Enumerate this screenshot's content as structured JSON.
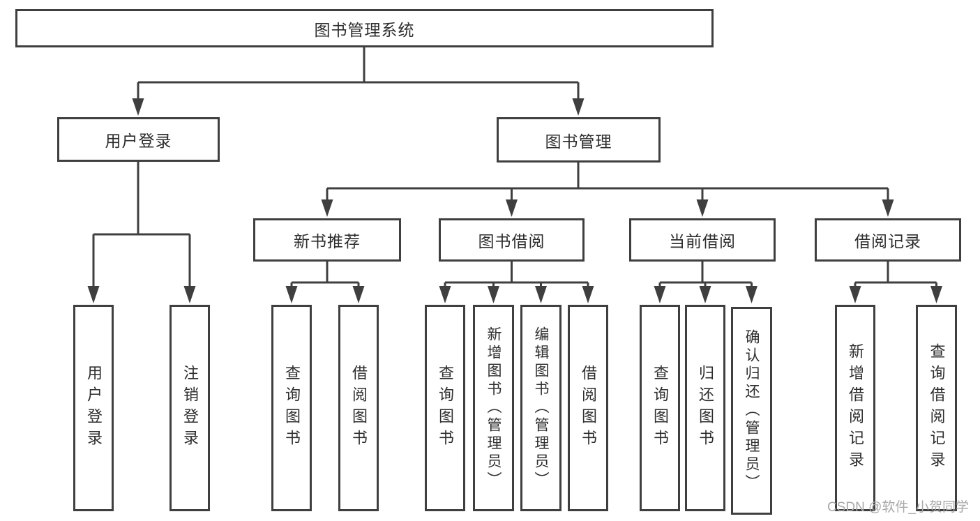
{
  "diagram": {
    "watermark": "CSDN @软件_小贺同学",
    "colors": {
      "line": "#3f3f3f",
      "text": "#2d2d2d",
      "watermark_text": "#a8a8a8",
      "background": "#ffffff"
    },
    "tree": {
      "label": "图书管理系统",
      "children": [
        {
          "label": "用户登录",
          "children": [
            {
              "label": "用户登录"
            },
            {
              "label": "注销登录"
            }
          ]
        },
        {
          "label": "图书管理",
          "children": [
            {
              "label": "新书推荐",
              "children": [
                {
                  "label": "查询图书"
                },
                {
                  "label": "借阅图书"
                }
              ]
            },
            {
              "label": "图书借阅",
              "children": [
                {
                  "label": "查询图书"
                },
                {
                  "label": "新增图书（管理员）"
                },
                {
                  "label": "编辑图书（管理员）"
                },
                {
                  "label": "借阅图书"
                }
              ]
            },
            {
              "label": "当前借阅",
              "children": [
                {
                  "label": "查询图书"
                },
                {
                  "label": "归还图书"
                },
                {
                  "label": "确认归还（管理员）"
                }
              ]
            },
            {
              "label": "借阅记录",
              "children": [
                {
                  "label": "新增借阅记录"
                },
                {
                  "label": "查询借阅记录"
                }
              ]
            }
          ]
        }
      ]
    }
  }
}
